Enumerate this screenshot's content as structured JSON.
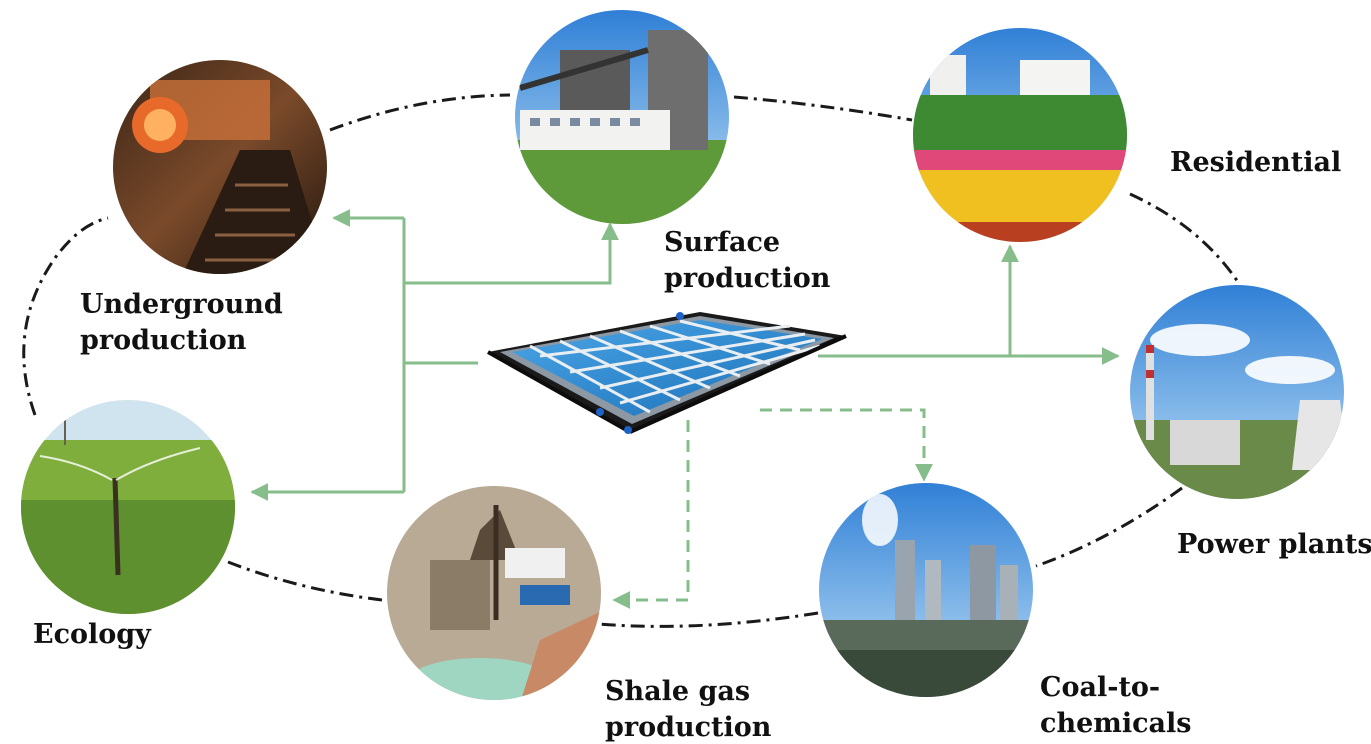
{
  "colors": {
    "flow_arrow": "#86bd8a",
    "cycle_ring": "#1a1a1a",
    "label_text": "#111111"
  },
  "hub": {
    "name": "reservoir-grid-icon",
    "depiction": "water reservoir grid"
  },
  "nodes": [
    {
      "id": "underground",
      "line1": "Underground",
      "line2": "production",
      "icon": "coal-mine-tunnel-photo"
    },
    {
      "id": "surface",
      "line1": "Surface",
      "line2": "production",
      "icon": "surface-coal-plant-photo"
    },
    {
      "id": "residential",
      "line1": "Residential",
      "line2": "",
      "icon": "residential-flowers-photo"
    },
    {
      "id": "power",
      "line1": "Power plants",
      "line2": "",
      "icon": "power-plant-photo"
    },
    {
      "id": "coalchem",
      "line1": "Coal-to-",
      "line2": "chemicals",
      "icon": "chemical-plant-photo"
    },
    {
      "id": "shale",
      "line1": "Shale gas",
      "line2": "production",
      "icon": "shale-gas-rig-photo"
    },
    {
      "id": "ecology",
      "line1": "Ecology",
      "line2": "",
      "icon": "sprinkler-field-photo"
    }
  ],
  "flows": [
    {
      "to": "underground",
      "style": "solid"
    },
    {
      "to": "surface",
      "style": "solid"
    },
    {
      "to": "ecology",
      "style": "solid"
    },
    {
      "to": "residential",
      "style": "solid"
    },
    {
      "to": "power",
      "style": "solid"
    },
    {
      "to": "coalchem",
      "style": "dashed"
    },
    {
      "to": "shale",
      "style": "dashed"
    }
  ]
}
